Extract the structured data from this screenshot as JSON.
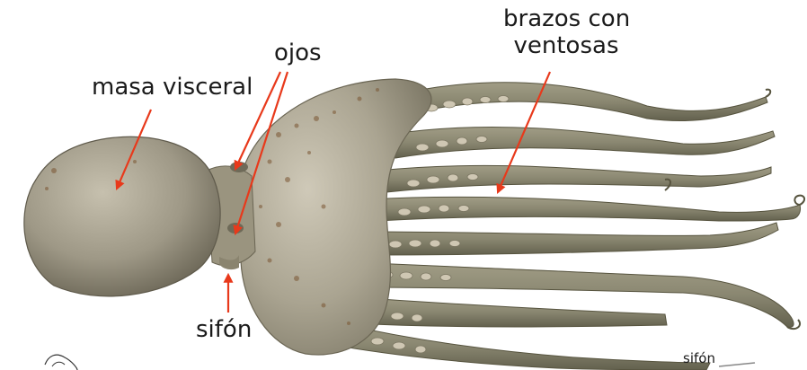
{
  "labels": {
    "visceral_mass": "masa visceral",
    "eyes": "ojos",
    "arms_line1": "brazos con",
    "arms_line2": "ventosas",
    "siphon": "sifón",
    "siphon_small": "sifón"
  },
  "colors": {
    "arrow": "#e8391b",
    "body_light": "#b9b3a2",
    "body_mid": "#8f8a78",
    "body_dark": "#5f5a4b",
    "spots": "#7a5532",
    "arm": "#8d8a74",
    "arm_dark": "#5d5b48",
    "sucker": "#cfc7b3",
    "text": "#1a1a1a"
  }
}
